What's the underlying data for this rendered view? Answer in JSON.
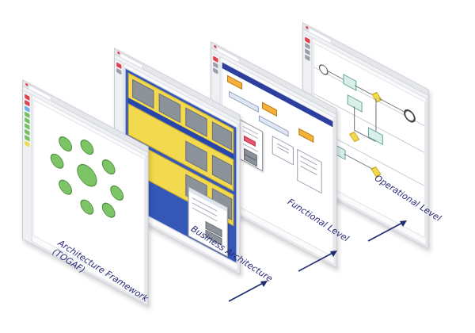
{
  "levels": [
    {
      "label": "Architecture Framework\n(TOGAF)"
    },
    {
      "label": "Business Architecture"
    },
    {
      "label": "Functional Level"
    },
    {
      "label": "Operational Level"
    }
  ],
  "colors": {
    "caption_text": "#2a2a78",
    "arrow": "#1f2a6e",
    "bubble_green": "#7dc467",
    "business_yellow": "#f2d94e",
    "business_blue": "#2f55b7",
    "functional_orange": "#f5b13a",
    "process_teal": "#d9efe9"
  },
  "icons": [
    "arrow-right-icon",
    "arrow-right-icon",
    "arrow-right-icon"
  ]
}
